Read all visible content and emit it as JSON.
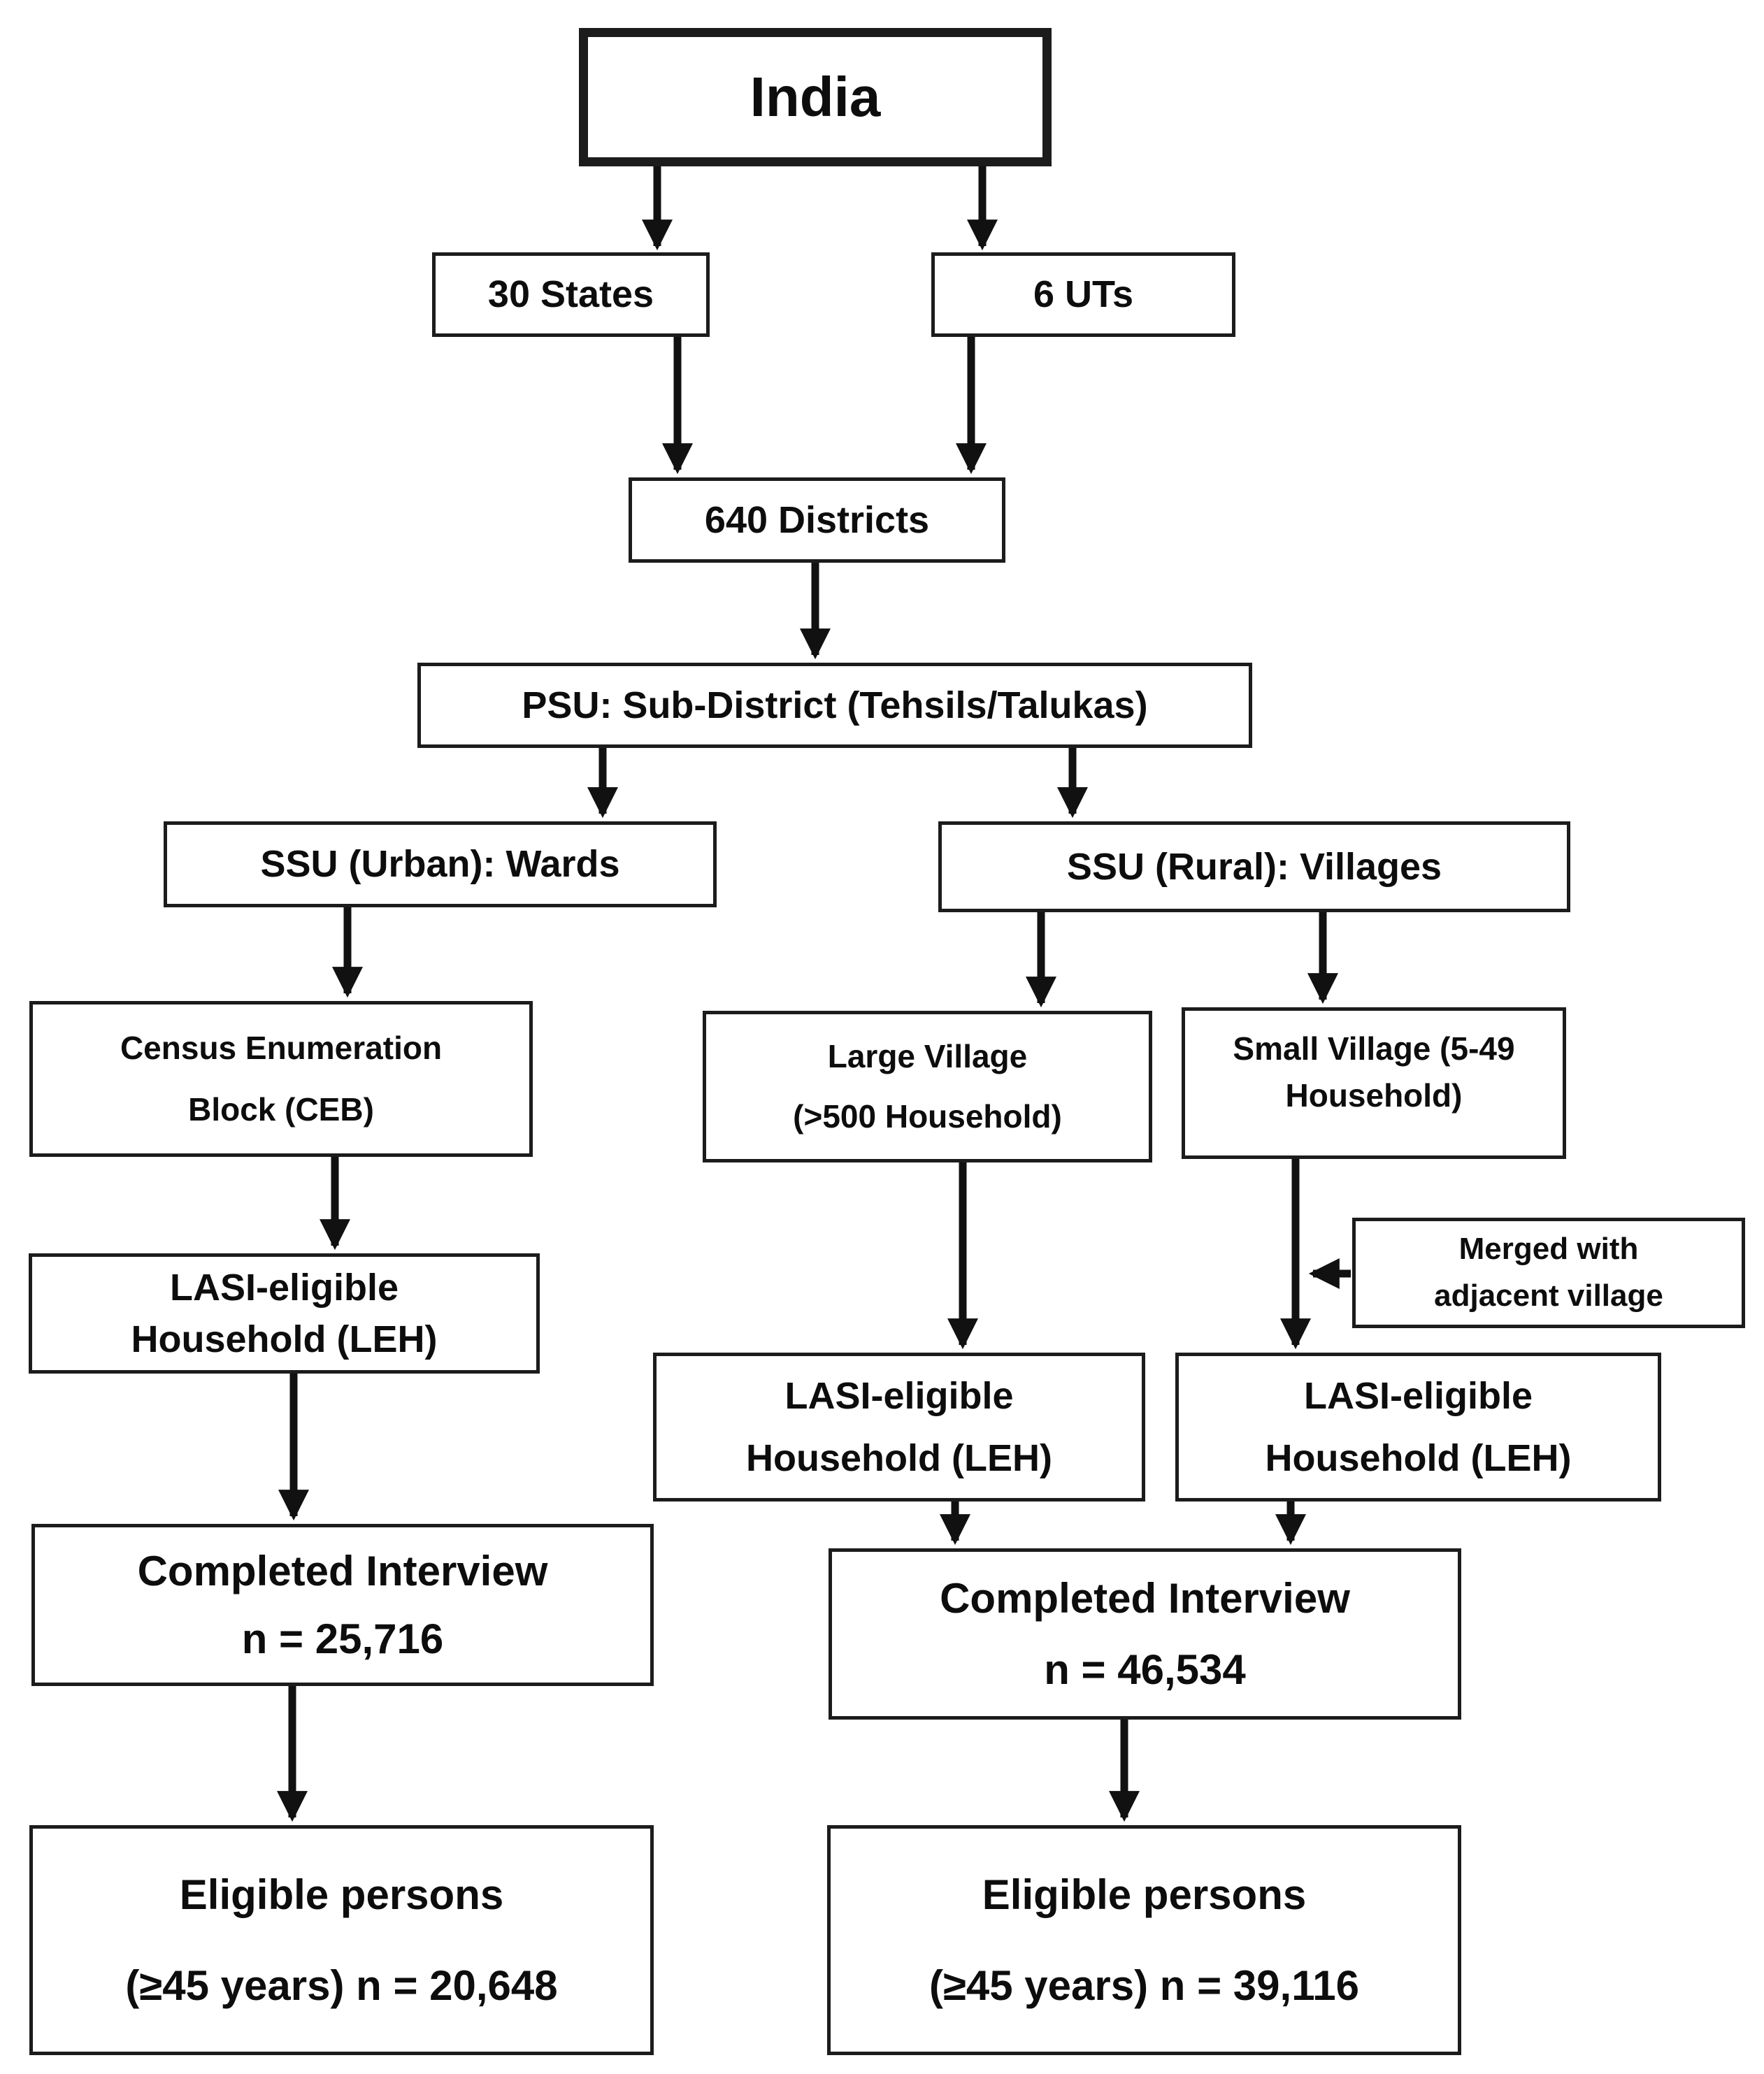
{
  "diagram": {
    "description": "LASI sampling design flowchart",
    "line_color": "#111111",
    "box_background": "#ffffff",
    "nodes": {
      "india": {
        "label": "India"
      },
      "states": {
        "label": "30 States"
      },
      "uts": {
        "label": "6 UTs"
      },
      "districts": {
        "label": "640 Districts"
      },
      "psu": {
        "label": "PSU: Sub-District (Tehsils/Talukas)"
      },
      "ssu_urban": {
        "label": "SSU (Urban): Wards"
      },
      "ssu_rural": {
        "label": "SSU (Rural): Villages"
      },
      "ceb": {
        "lines": [
          "Census Enumeration",
          "Block (CEB)"
        ]
      },
      "large_village": {
        "lines": [
          "Large Village",
          "(>500 Household)"
        ]
      },
      "small_village": {
        "lines": [
          "Small Village (5-49",
          "Household)"
        ]
      },
      "merged": {
        "lines": [
          "Merged with",
          "adjacent village"
        ]
      },
      "leh_urban": {
        "lines": [
          "LASI-eligible",
          "Household (LEH)"
        ]
      },
      "leh_large": {
        "lines": [
          "LASI-eligible",
          "Household (LEH)"
        ]
      },
      "leh_small": {
        "lines": [
          "LASI-eligible",
          "Household (LEH)"
        ]
      },
      "completed_urban": {
        "lines": [
          "Completed Interview",
          "n = 25,716"
        ]
      },
      "completed_rural": {
        "lines": [
          "Completed Interview",
          "n = 46,534"
        ]
      },
      "eligible_urban": {
        "lines": [
          "Eligible persons",
          "(≥45 years) n = 20,648"
        ]
      },
      "eligible_rural": {
        "lines": [
          "Eligible persons",
          "(≥45 years) n = 39,116"
        ]
      }
    }
  }
}
